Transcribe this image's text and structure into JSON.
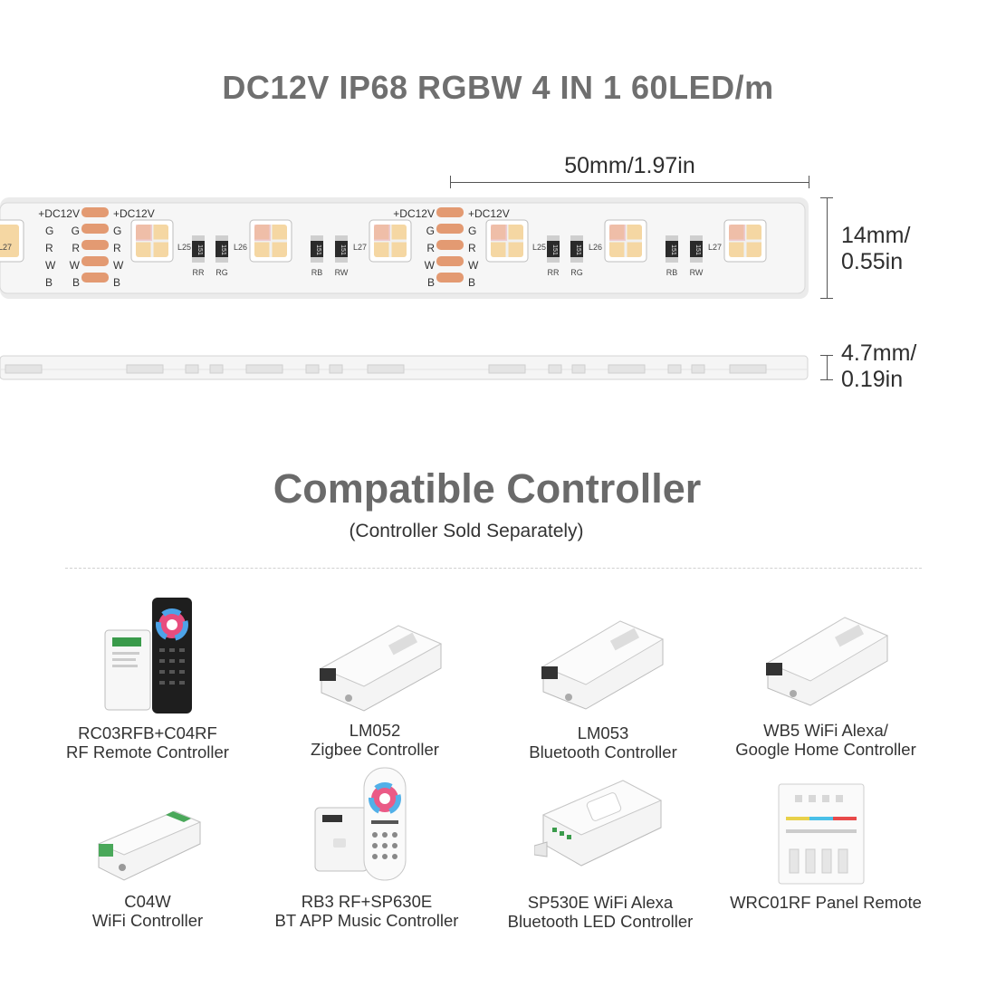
{
  "header": {
    "title": "DC12V IP68 RGBW 4 IN 1 60LED/m"
  },
  "dimensions": {
    "length": "50mm/1.97in",
    "width_line1": "14mm/",
    "width_line2": "0.55in",
    "height_line1": "4.7mm/",
    "height_line2": "0.19in"
  },
  "strip": {
    "voltage_label": "+DC12V",
    "pins": [
      "G",
      "R",
      "W",
      "B"
    ],
    "resistor_code": "151",
    "resistor_labels_1": [
      "RR",
      "RG"
    ],
    "resistor_labels_2": [
      "RB",
      "RW"
    ],
    "led_labels": [
      "L25",
      "L26",
      "L27"
    ],
    "colors": {
      "strip_bg": "#f3f3f3",
      "pad": "#e39a72",
      "led_warm": "#f5d7a3",
      "led_rgb": "#e8a0b0"
    }
  },
  "section": {
    "title": "Compatible Controller",
    "subtitle": "(Controller Sold Separately)"
  },
  "products": [
    {
      "name": "RC03RFB+C04RF",
      "desc": "RF Remote Controller",
      "icon": "rf-remote-kit-icon"
    },
    {
      "name": "LM052",
      "desc": "Zigbee Controller",
      "icon": "controller-box-icon"
    },
    {
      "name": "LM053",
      "desc": "Bluetooth Controller",
      "icon": "controller-box-icon"
    },
    {
      "name": "WB5 WiFi Alexa/",
      "desc": "Google Home Controller",
      "icon": "controller-box-icon"
    },
    {
      "name": "C04W",
      "desc": "WiFi Controller",
      "icon": "wifi-controller-icon"
    },
    {
      "name": "RB3 RF+SP630E",
      "desc": "BT APP Music Controller",
      "icon": "music-controller-icon"
    },
    {
      "name": "SP530E WiFi Alexa",
      "desc": "Bluetooth LED Controller",
      "icon": "led-controller-icon"
    },
    {
      "name": "WRC01RF Panel Remote",
      "desc": "",
      "icon": "panel-remote-icon"
    }
  ]
}
